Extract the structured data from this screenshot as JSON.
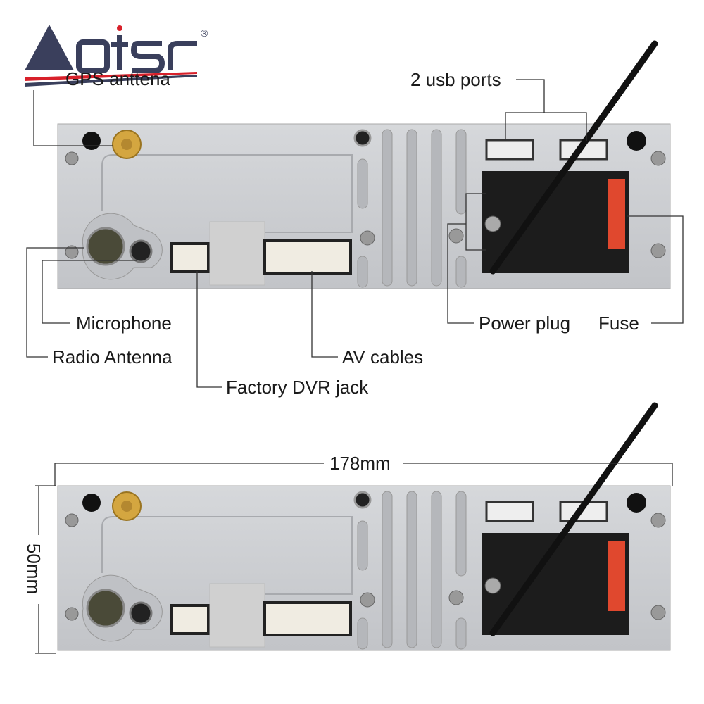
{
  "brand": {
    "logo_text": "Aotsr",
    "registered_mark": "®",
    "colors": {
      "navy": "#3a3f5c",
      "red": "#d8202a"
    }
  },
  "labels": {
    "gps_antenna": "GPS anttena",
    "usb_ports": "2 usb ports",
    "microphone": "Microphone",
    "radio_antenna": "Radio Antenna",
    "factory_dvr_jack": "Factory DVR jack",
    "av_cables": "AV cables",
    "power_plug": "Power plug",
    "fuse": "Fuse"
  },
  "dimensions": {
    "width": "178mm",
    "height": "50mm"
  },
  "colors": {
    "panel": "#c9cbcf",
    "connector_black": "#1c1c1c",
    "gps_gold": "#d4a640",
    "fuse_red": "#e0482e",
    "leader_line": "#333333"
  }
}
